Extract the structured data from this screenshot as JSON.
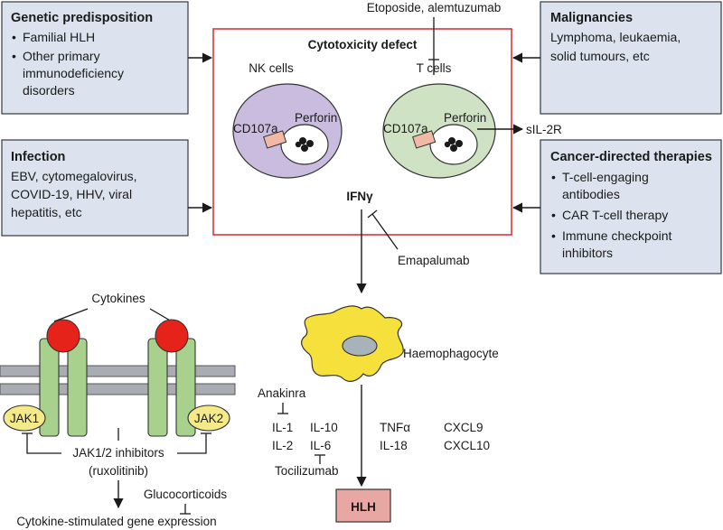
{
  "boxes": {
    "genetic": {
      "title": "Genetic predisposition",
      "items": [
        "Familial HLH",
        "Other primary",
        "immunodeficiency",
        "disorders"
      ]
    },
    "infection": {
      "title": "Infection",
      "lines": [
        "EBV, cytomegalovirus,",
        "COVID-19, HHV, viral",
        "hepatitis, etc"
      ]
    },
    "malignancies": {
      "title": "Malignancies",
      "lines": [
        "Lymphoma, leukaemia,",
        "solid tumours, etc"
      ]
    },
    "cancer_therapies": {
      "title": "Cancer-directed therapies",
      "items": [
        "T-cell-engaging",
        "antibodies",
        "CAR T-cell therapy",
        "Immune checkpoint",
        "inhibitors"
      ]
    }
  },
  "cytotoxicity": {
    "title": "Cytotoxicity defect",
    "nk_label": "NK cells",
    "t_label": "T cells",
    "cd107a": "CD107a",
    "perforin": "Perforin",
    "sil2r": "sIL-2R",
    "etoposide": "Etoposide, alemtuzumab",
    "ifn": "IFNγ",
    "emapalumab": "Emapalumab"
  },
  "macrophage": {
    "label": "Haemophagocyte"
  },
  "cytokine_panel": {
    "anakinra": "Anakinra",
    "tocilizumab": "Tocilizumab",
    "il1": "IL-1",
    "il2": "IL-2",
    "il10": "IL-10",
    "il6": "IL-6",
    "tnfa": "TNFα",
    "il18": "IL-18",
    "cxcl9": "CXCL9",
    "cxcl10": "CXCL10"
  },
  "hlh": {
    "label": "HLH"
  },
  "receptor": {
    "cytokines": "Cytokines",
    "jak1": "JAK1",
    "jak2": "JAK2",
    "inhibitors_line1": "JAK1/2 inhibitors",
    "inhibitors_line2": "(ruxolitinib)",
    "glucocorticoids": "Glucocorticoids",
    "expression": "Cytokine-stimulated gene expression"
  },
  "colors": {
    "box_fill": "#dce3ee",
    "red_frame": "#d9363e",
    "nk_cell": "#c9bcdf",
    "t_cell": "#cfe3c4",
    "granule": "#1a1a1a",
    "cd107a": "#f2b8a6",
    "macrophage": "#f6e13c",
    "macrophage_nucleus": "#a7b2b9",
    "receptor": "#a9d18e",
    "cytokine": "#e5231b",
    "jak": "#f4ea8a",
    "membrane": "#a9adb3",
    "hlh": "#e9a7a4"
  }
}
